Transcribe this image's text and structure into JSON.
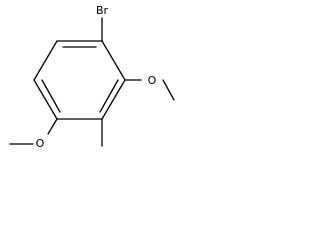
{
  "molecule": {
    "atoms": {
      "bromine": "Br",
      "oxygen_top": "O",
      "oxygen_left": "O"
    },
    "colors": {
      "bond": "#000000",
      "text": "#000000",
      "background": "#ffffff"
    }
  }
}
